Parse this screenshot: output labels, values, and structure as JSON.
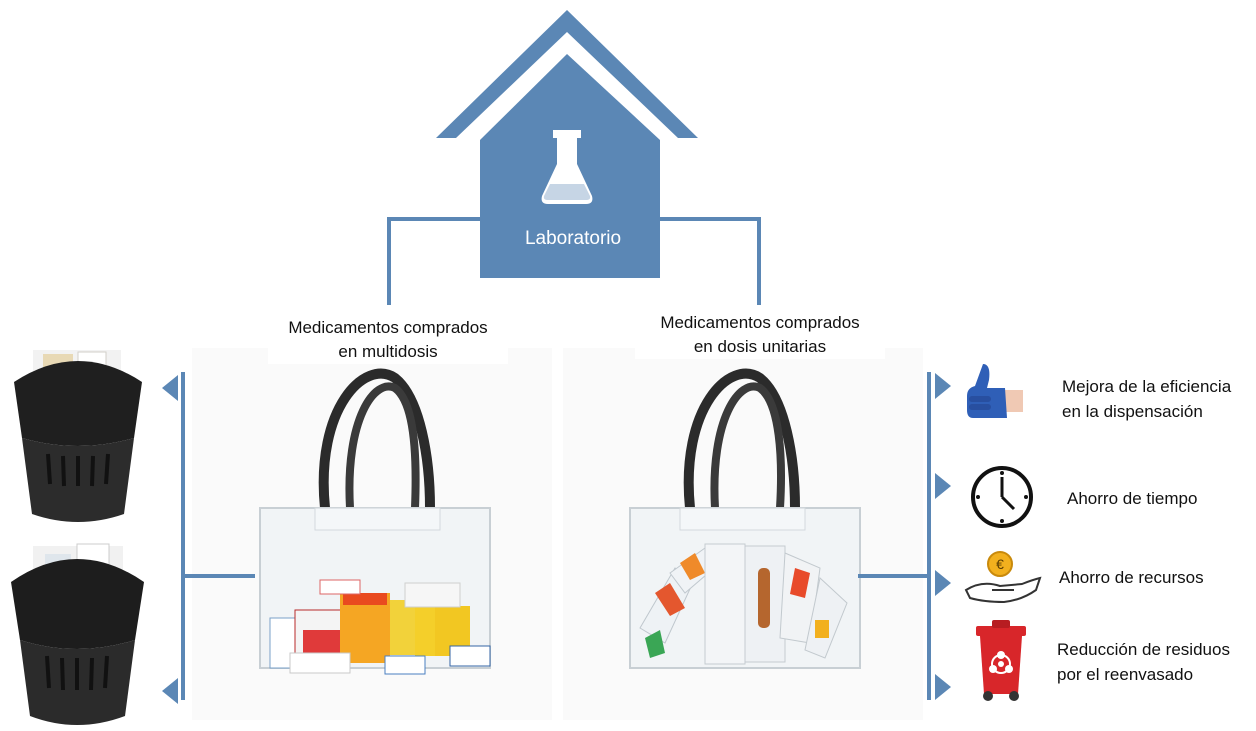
{
  "house": {
    "label": "Laboratorio",
    "icon": "flask-icon"
  },
  "left_bag": {
    "caption_line1": "Medicamentos comprados",
    "caption_line2": "en multidosis"
  },
  "right_bag": {
    "caption_line1": "Medicamentos comprados",
    "caption_line2": "en dosis unitarias"
  },
  "benefits": [
    {
      "icon": "thumbs-up-icon",
      "line1": "Mejora de la eficiencia",
      "line2": "en la dispensación"
    },
    {
      "icon": "clock-icon",
      "line1": "Ahorro de tiempo",
      "line2": ""
    },
    {
      "icon": "coin-hand-icon",
      "line1": "Ahorro de recursos",
      "line2": ""
    },
    {
      "icon": "biohazard-bin-icon",
      "line1": "Reducción de residuos",
      "line2": "por el reenvasado"
    }
  ],
  "left_outputs": [
    {
      "icon": "full-trash-bin-icon"
    },
    {
      "icon": "full-trash-bin-icon"
    }
  ],
  "colors": {
    "accent": "#5b87b5",
    "bin_red": "#d8262a",
    "coin": "#f2b01e",
    "glove": "#2f5fb7"
  }
}
